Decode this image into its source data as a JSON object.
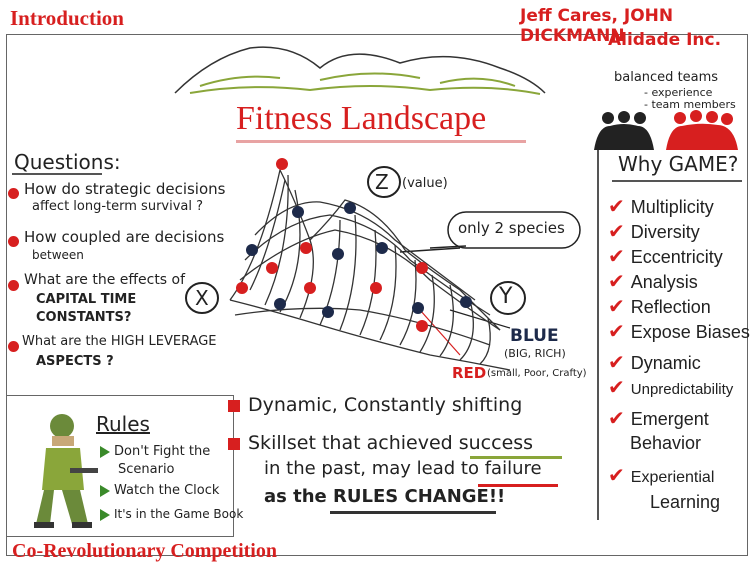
{
  "header": {
    "section_title": "Introduction",
    "authors": "Jeff Cares, JOHN DICKMANN",
    "company": "Alidade Inc."
  },
  "diagram_title": "Fitness Landscape",
  "teams": {
    "heading": "balanced teams",
    "items": [
      "- experience",
      "- team members"
    ]
  },
  "questions": {
    "heading": "Questions:",
    "items": [
      {
        "line1": "How do strategic decisions",
        "line2": "affect long-term survival ?"
      },
      {
        "line1": "How coupled are decisions",
        "line2": "between"
      },
      {
        "line1": "What are the effects of",
        "line2": "CAPITAL TIME",
        "line3": "CONSTANTS?"
      },
      {
        "line1": "What are the HIGH LEVERAGE",
        "line2": "ASPECTS ?"
      }
    ]
  },
  "landscape": {
    "axis_z": "Z",
    "axis_z_note": "(value)",
    "axis_x": "X",
    "axis_y": "Y",
    "species_callout": "only 2 species",
    "blue_label": "BLUE",
    "blue_note": "(BIG, RICH)",
    "red_label": "RED",
    "red_note": "(small, Poor, Crafty)",
    "colors": {
      "red": "#d71f1f",
      "blue": "#1d2a4a",
      "grid": "#333333"
    }
  },
  "why_game": {
    "heading": "Why GAME?",
    "items": [
      "Multiplicity",
      "Diversity",
      "Eccentricity",
      "Analysis",
      "Reflection",
      "Expose Biases",
      "Dynamic",
      "Unpredictability",
      "Emergent",
      "Behavior",
      "Experiential",
      "Learning"
    ]
  },
  "rules": {
    "heading": "Rules",
    "items": [
      "Don't Fight the",
      "Scenario",
      "Watch the Clock",
      "It's in the Game Book"
    ]
  },
  "notes": {
    "item1": "Dynamic, Constantly shifting",
    "item2_line1": "Skillset that achieved success",
    "item2_line2": "in the past, may lead to failure",
    "item2_line3": "as the RULES CHANGE!!"
  },
  "footer": {
    "title": "Co-Revolutionary Competition"
  }
}
